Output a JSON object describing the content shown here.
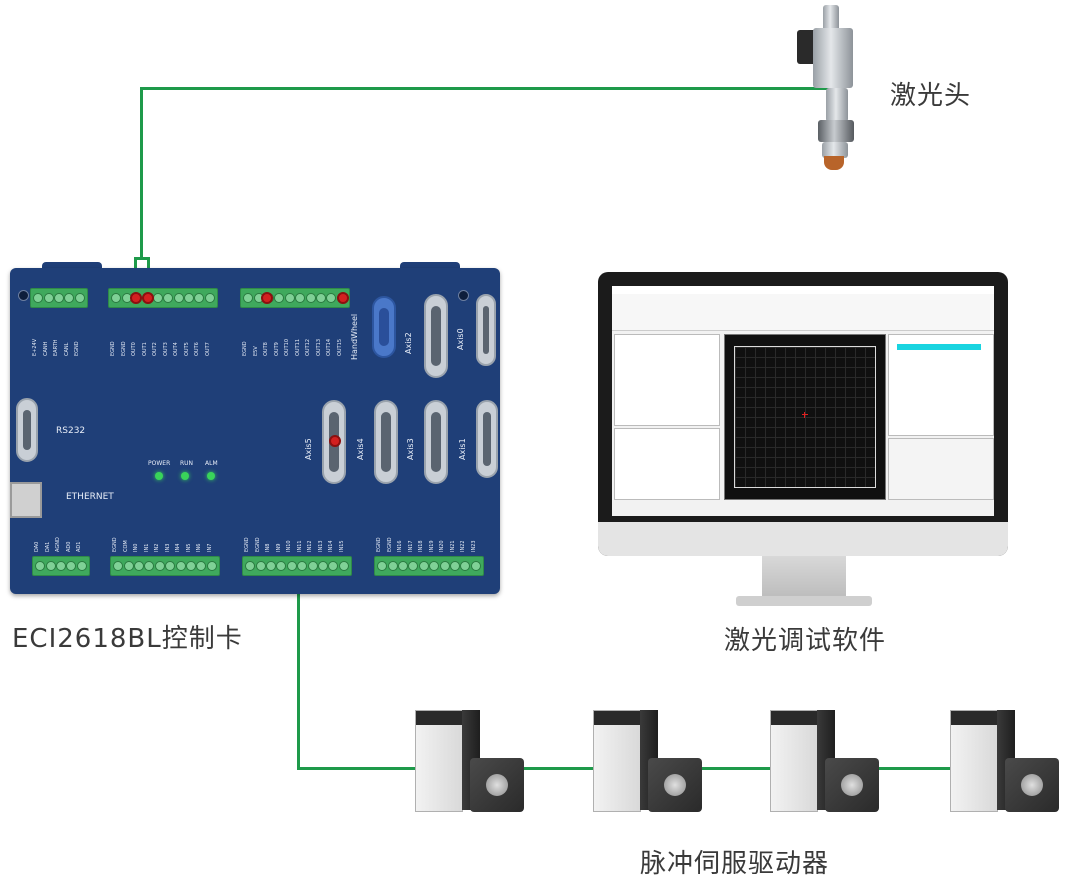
{
  "labels": {
    "laser_head": "激光头",
    "controller": "ECI2618BL控制卡",
    "software": "激光调试软件",
    "drives": "脉冲伺服驱动器"
  },
  "board": {
    "top_left_pins": [
      "E+24V",
      "CANH",
      "EARTH",
      "CANL",
      "EGND"
    ],
    "top_out_pins": [
      "EGND",
      "EGND",
      "OUT0",
      "OUT1",
      "OUT2",
      "OUT3",
      "OUT4",
      "OUT5",
      "OUT6",
      "OUT7"
    ],
    "top_right_pins": [
      "EGND",
      "E5V",
      "OUT8",
      "OUT9",
      "OUT10",
      "OUT11",
      "OUT12",
      "OUT13",
      "OUT14",
      "OUT15"
    ],
    "bottom_da_pins": [
      "DA0",
      "DA1",
      "AGND",
      "AD0",
      "AD1"
    ],
    "bottom_in_a_pins": [
      "EGND",
      "COM",
      "IN0",
      "IN1",
      "IN2",
      "IN3",
      "IN4",
      "IN5",
      "IN6",
      "IN7"
    ],
    "bottom_in_b_pins": [
      "EGND",
      "EGND",
      "IN8",
      "IN9",
      "IN10",
      "IN11",
      "IN12",
      "IN13",
      "IN14",
      "IN15"
    ],
    "bottom_in_c_pins": [
      "EGND",
      "EGND",
      "IN16",
      "IN17",
      "IN18",
      "IN19",
      "IN20",
      "IN21",
      "IN22",
      "IN23"
    ],
    "rs232": "RS232",
    "ethernet": "ETHERNET",
    "leds": [
      "POWER",
      "RUN",
      "ALM"
    ],
    "connectors": [
      "HandWheel",
      "Axis2",
      "Axis0",
      "Axis5",
      "Axis4",
      "Axis3",
      "Axis1"
    ]
  },
  "colors": {
    "wire": "#1e9a4a",
    "board": "#1f3f78",
    "terminal": "#3fa95d",
    "marker": "#d32020"
  }
}
